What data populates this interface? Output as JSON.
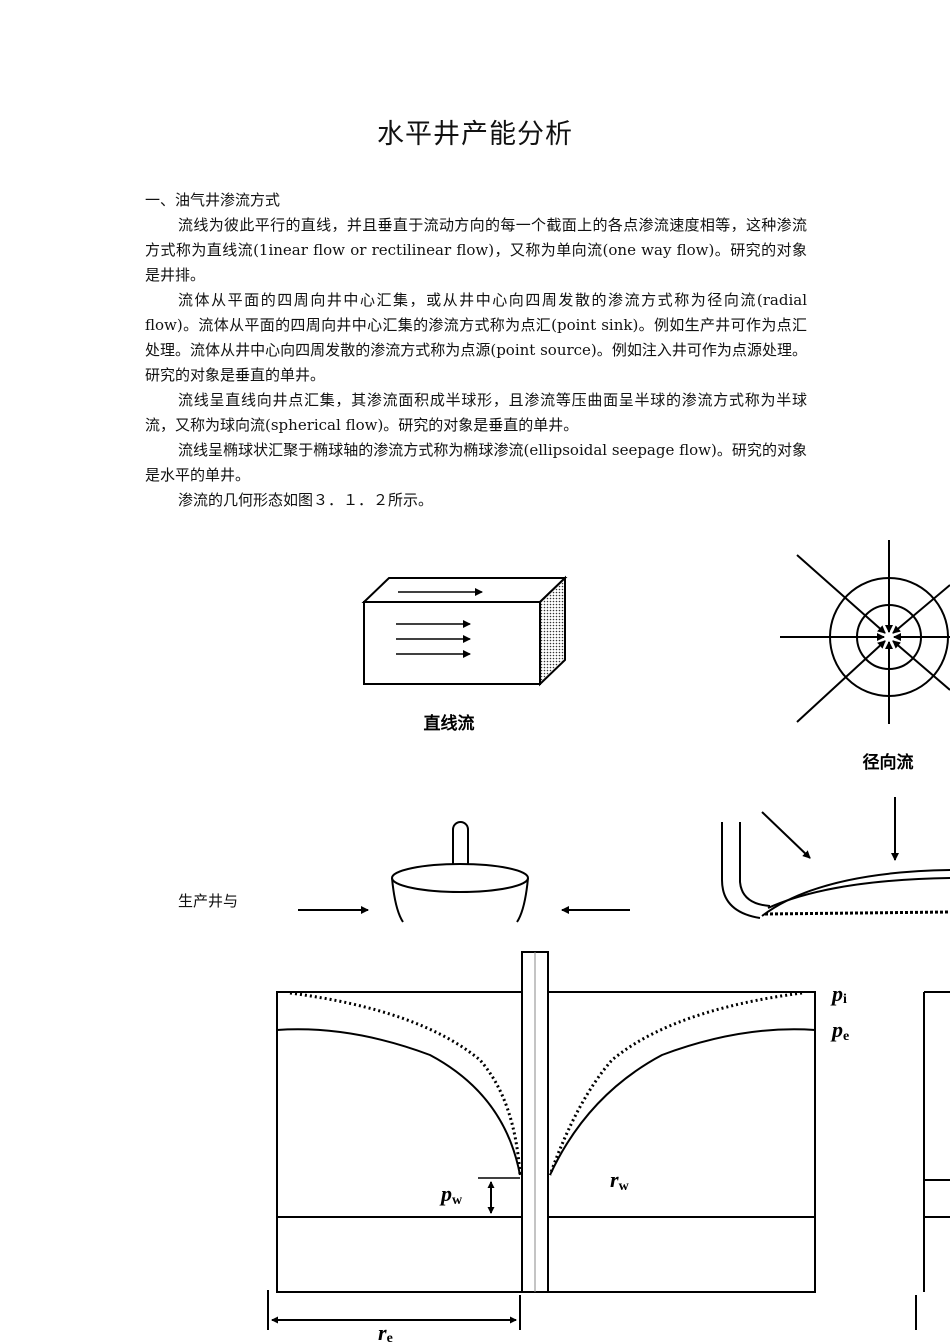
{
  "page": {
    "title": "水平井产能分析",
    "section_heading": "一、油气井渗流方式",
    "paragraphs": [
      "流线为彼此平行的直线，并且垂直于流动方向的每一个截面上的各点渗流速度相等，这种渗流方式称为直线流(1inear flow or rectilinear flow)，又称为单向流(one way flow)。研究的对象是井排。",
      "流体从平面的四周向井中心汇集，或从井中心向四周发散的渗流方式称为径向流(radial flow)。流体从平面的四周向井中心汇集的渗流方式称为点汇(point sink)。例如生产井可作为点汇处理。流体从井中心向四周发散的渗流方式称为点源(point source)。例如注入井可作为点源处理。研究的对象是垂直的单井。",
      "流线呈直线向井点汇集，其渗流面积成半球形，且渗流等压曲面呈半球的渗流方式称为半球流，又称为球向流(spherical flow)。研究的对象是垂直的单井。",
      "流线呈椭球状汇聚于椭球轴的渗流方式称为椭球渗流(ellipsoidal seepage flow)。研究的对象是水平的单井。",
      "渗流的几何形态如图３．１．２所示。"
    ]
  },
  "figures": {
    "linear_label": "直线流",
    "radial_label": "径向流",
    "side_caption": "生产井与",
    "pressure": {
      "pi": "p",
      "pi_sub": "i",
      "pe": "p",
      "pe_sub": "e",
      "pw": "p",
      "pw_sub": "w",
      "rw": "r",
      "rw_sub": "w",
      "re": "r",
      "re_sub": "e"
    }
  }
}
